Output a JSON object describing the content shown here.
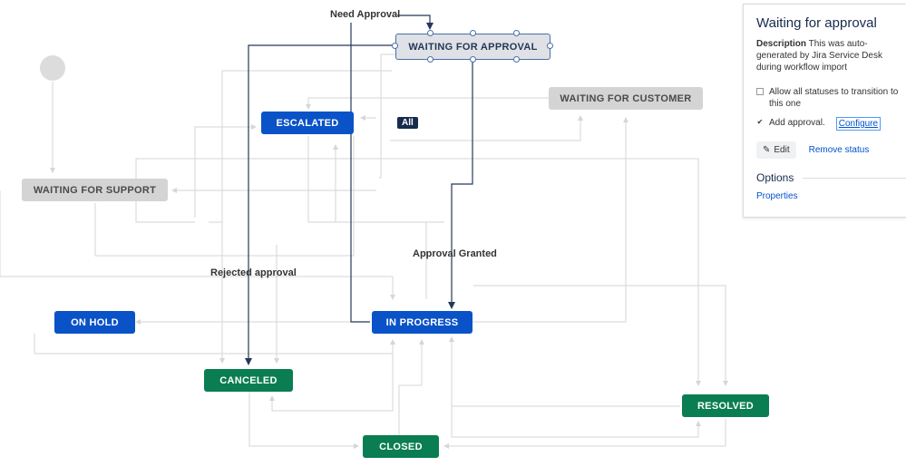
{
  "labels": {
    "need_approval": "Need Approval",
    "approval_granted": "Approval Granted",
    "rejected_approval": "Rejected approval",
    "all": "All"
  },
  "nodes": {
    "waiting_for_approval": "WAITING FOR APPROVAL",
    "waiting_for_customer": "WAITING FOR CUSTOMER",
    "escalated": "ESCALATED",
    "waiting_for_support": "WAITING FOR SUPPORT",
    "on_hold": "ON HOLD",
    "in_progress": "IN PROGRESS",
    "canceled": "CANCELED",
    "resolved": "RESOLVED",
    "closed": "CLOSED"
  },
  "panel": {
    "title": "Waiting for approval",
    "description_label": "Description",
    "description_text": " This was auto-generated by Jira Service Desk during workflow import",
    "allow_all_label": "Allow all statuses to transition to this one",
    "allow_all_checked": false,
    "add_approval_label": "Add approval.",
    "add_approval_checked": true,
    "configure_label": "Configure",
    "edit_label": "Edit",
    "remove_label": "Remove status",
    "options_heading": "Options",
    "properties_label": "Properties"
  },
  "colors": {
    "blue_status": "#0a52c7",
    "green_status": "#0a7d52",
    "gray_status": "#d4d4d4",
    "selected_border": "#4a6fa5",
    "highlight_line": "#253858",
    "faint_line": "#d6d6d6"
  }
}
